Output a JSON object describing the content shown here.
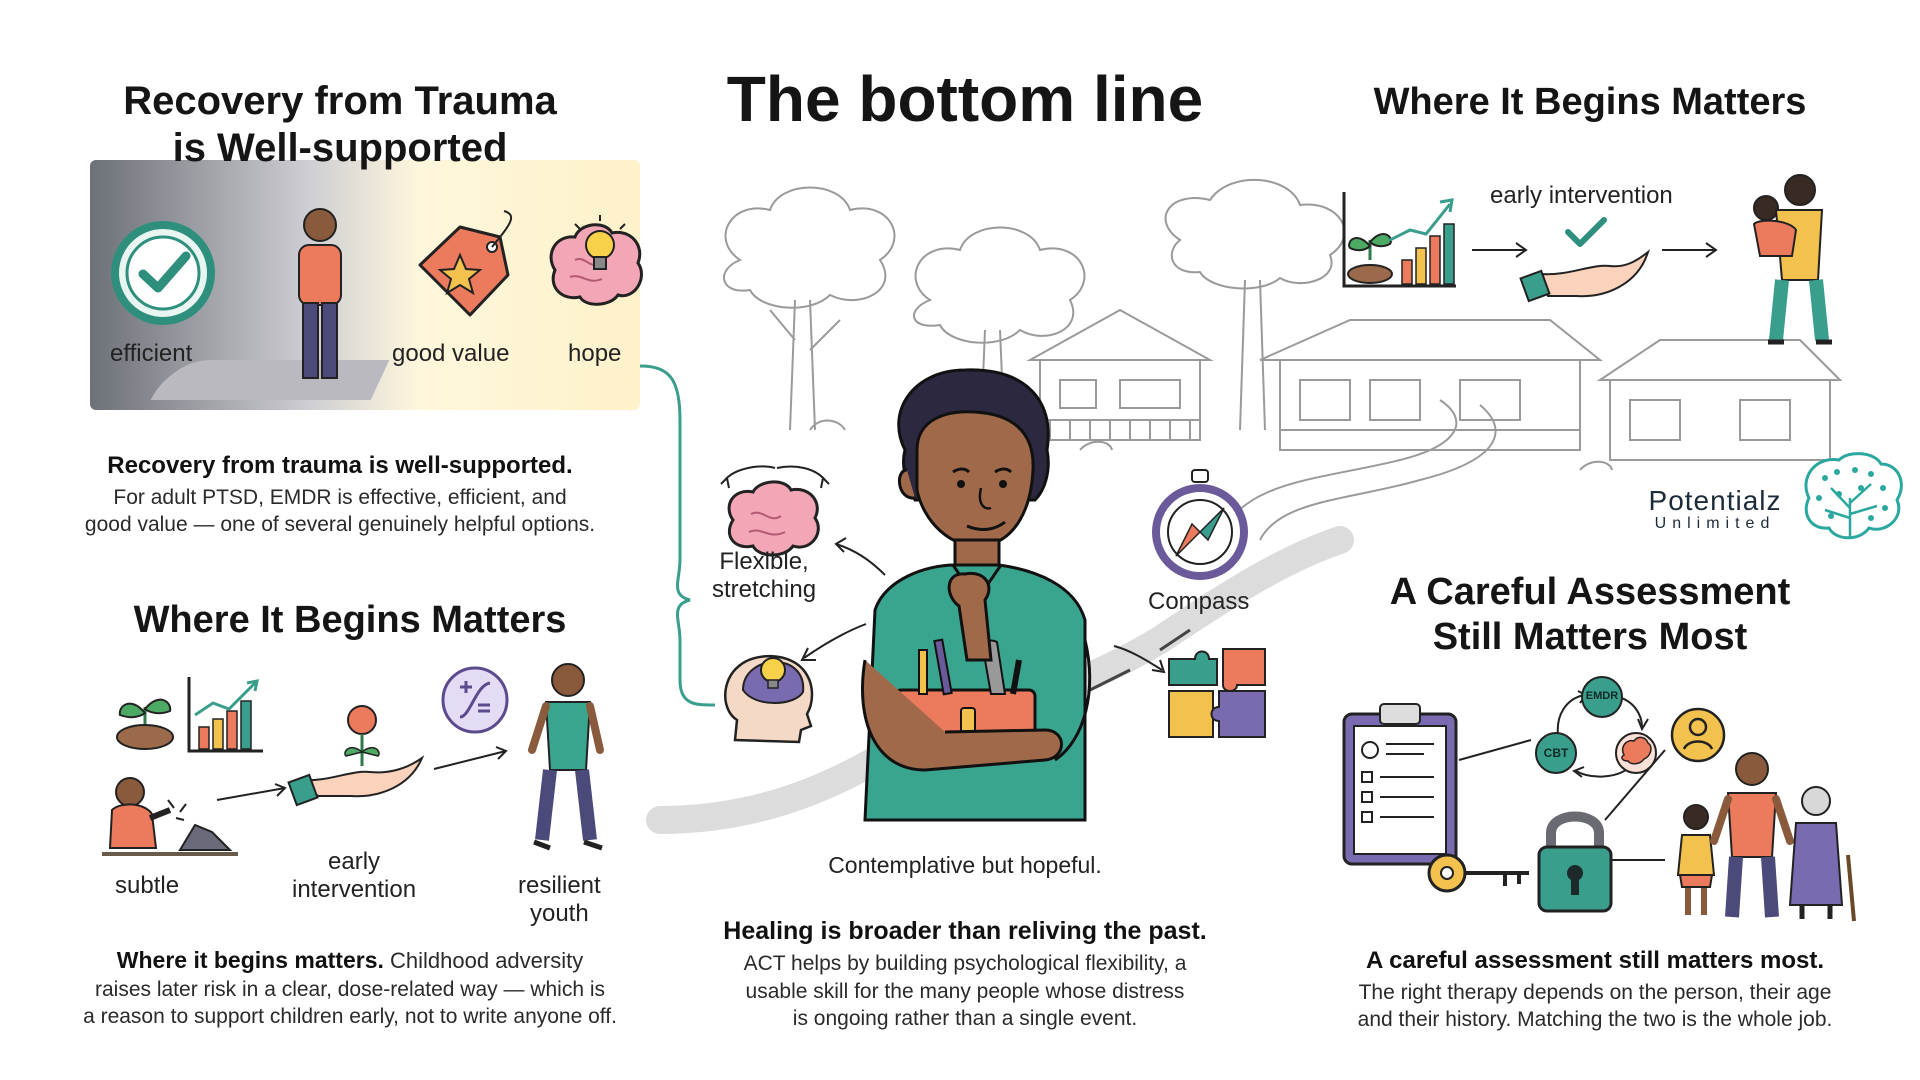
{
  "main_title": "The bottom line",
  "top_left": {
    "title_line1": "Recovery from Trauma",
    "title_line2": "is Well-supported",
    "labels": {
      "efficient": "efficient",
      "good_value": "good value",
      "hope": "hope"
    },
    "heading": "Recovery from trauma is well-supported.",
    "body_line1": "For adult PTSD, EMDR is effective, efficient, and",
    "body_line2": "good value — one of several genuinely helpful options."
  },
  "bottom_left": {
    "title": "Where It Begins Matters",
    "labels": {
      "subtle": "subtle",
      "early_line1": "early",
      "early_line2": "intervention",
      "resilient_line1": "resilient",
      "resilient_line2": "youth"
    },
    "heading": "Where it begins matters.",
    "body_line1_rest": " Childhood adversity",
    "body_line2": "raises later risk in a clear, dose-related way — which is",
    "body_line3": "a reason to support children early, not to write anyone off."
  },
  "center": {
    "labels": {
      "flexible_line1": "Flexible,",
      "flexible_line2": "stretching",
      "compass": "Compass"
    },
    "caption": "Contemplative but hopeful.",
    "heading": "Healing is broader than reliving the past.",
    "body_line1": "ACT helps by building psychological flexibility, a",
    "body_line2": "usable skill for the many people whose distress",
    "body_line3": "is ongoing rather than a single event."
  },
  "top_right": {
    "title": "Where It Begins Matters",
    "early_intervention": "early intervention"
  },
  "brand": {
    "name": "Potentialz",
    "sub": "Unlimited",
    "color": "#2aa8a0"
  },
  "bottom_right": {
    "title_line1": "A Careful Assessment",
    "title_line2": "Still Matters Most",
    "nodes": {
      "emdr": "EMDR",
      "cbt": "CBT"
    },
    "heading": "A careful assessment still matters most.",
    "body_line1": "The right therapy depends on the person, their age",
    "body_line2": "and their history. Matching the two is the whole job."
  },
  "colors": {
    "teal": "#3a9e8c",
    "coral": "#ec7a5c",
    "purple": "#6a5a9a",
    "yellow": "#f2c14e"
  }
}
